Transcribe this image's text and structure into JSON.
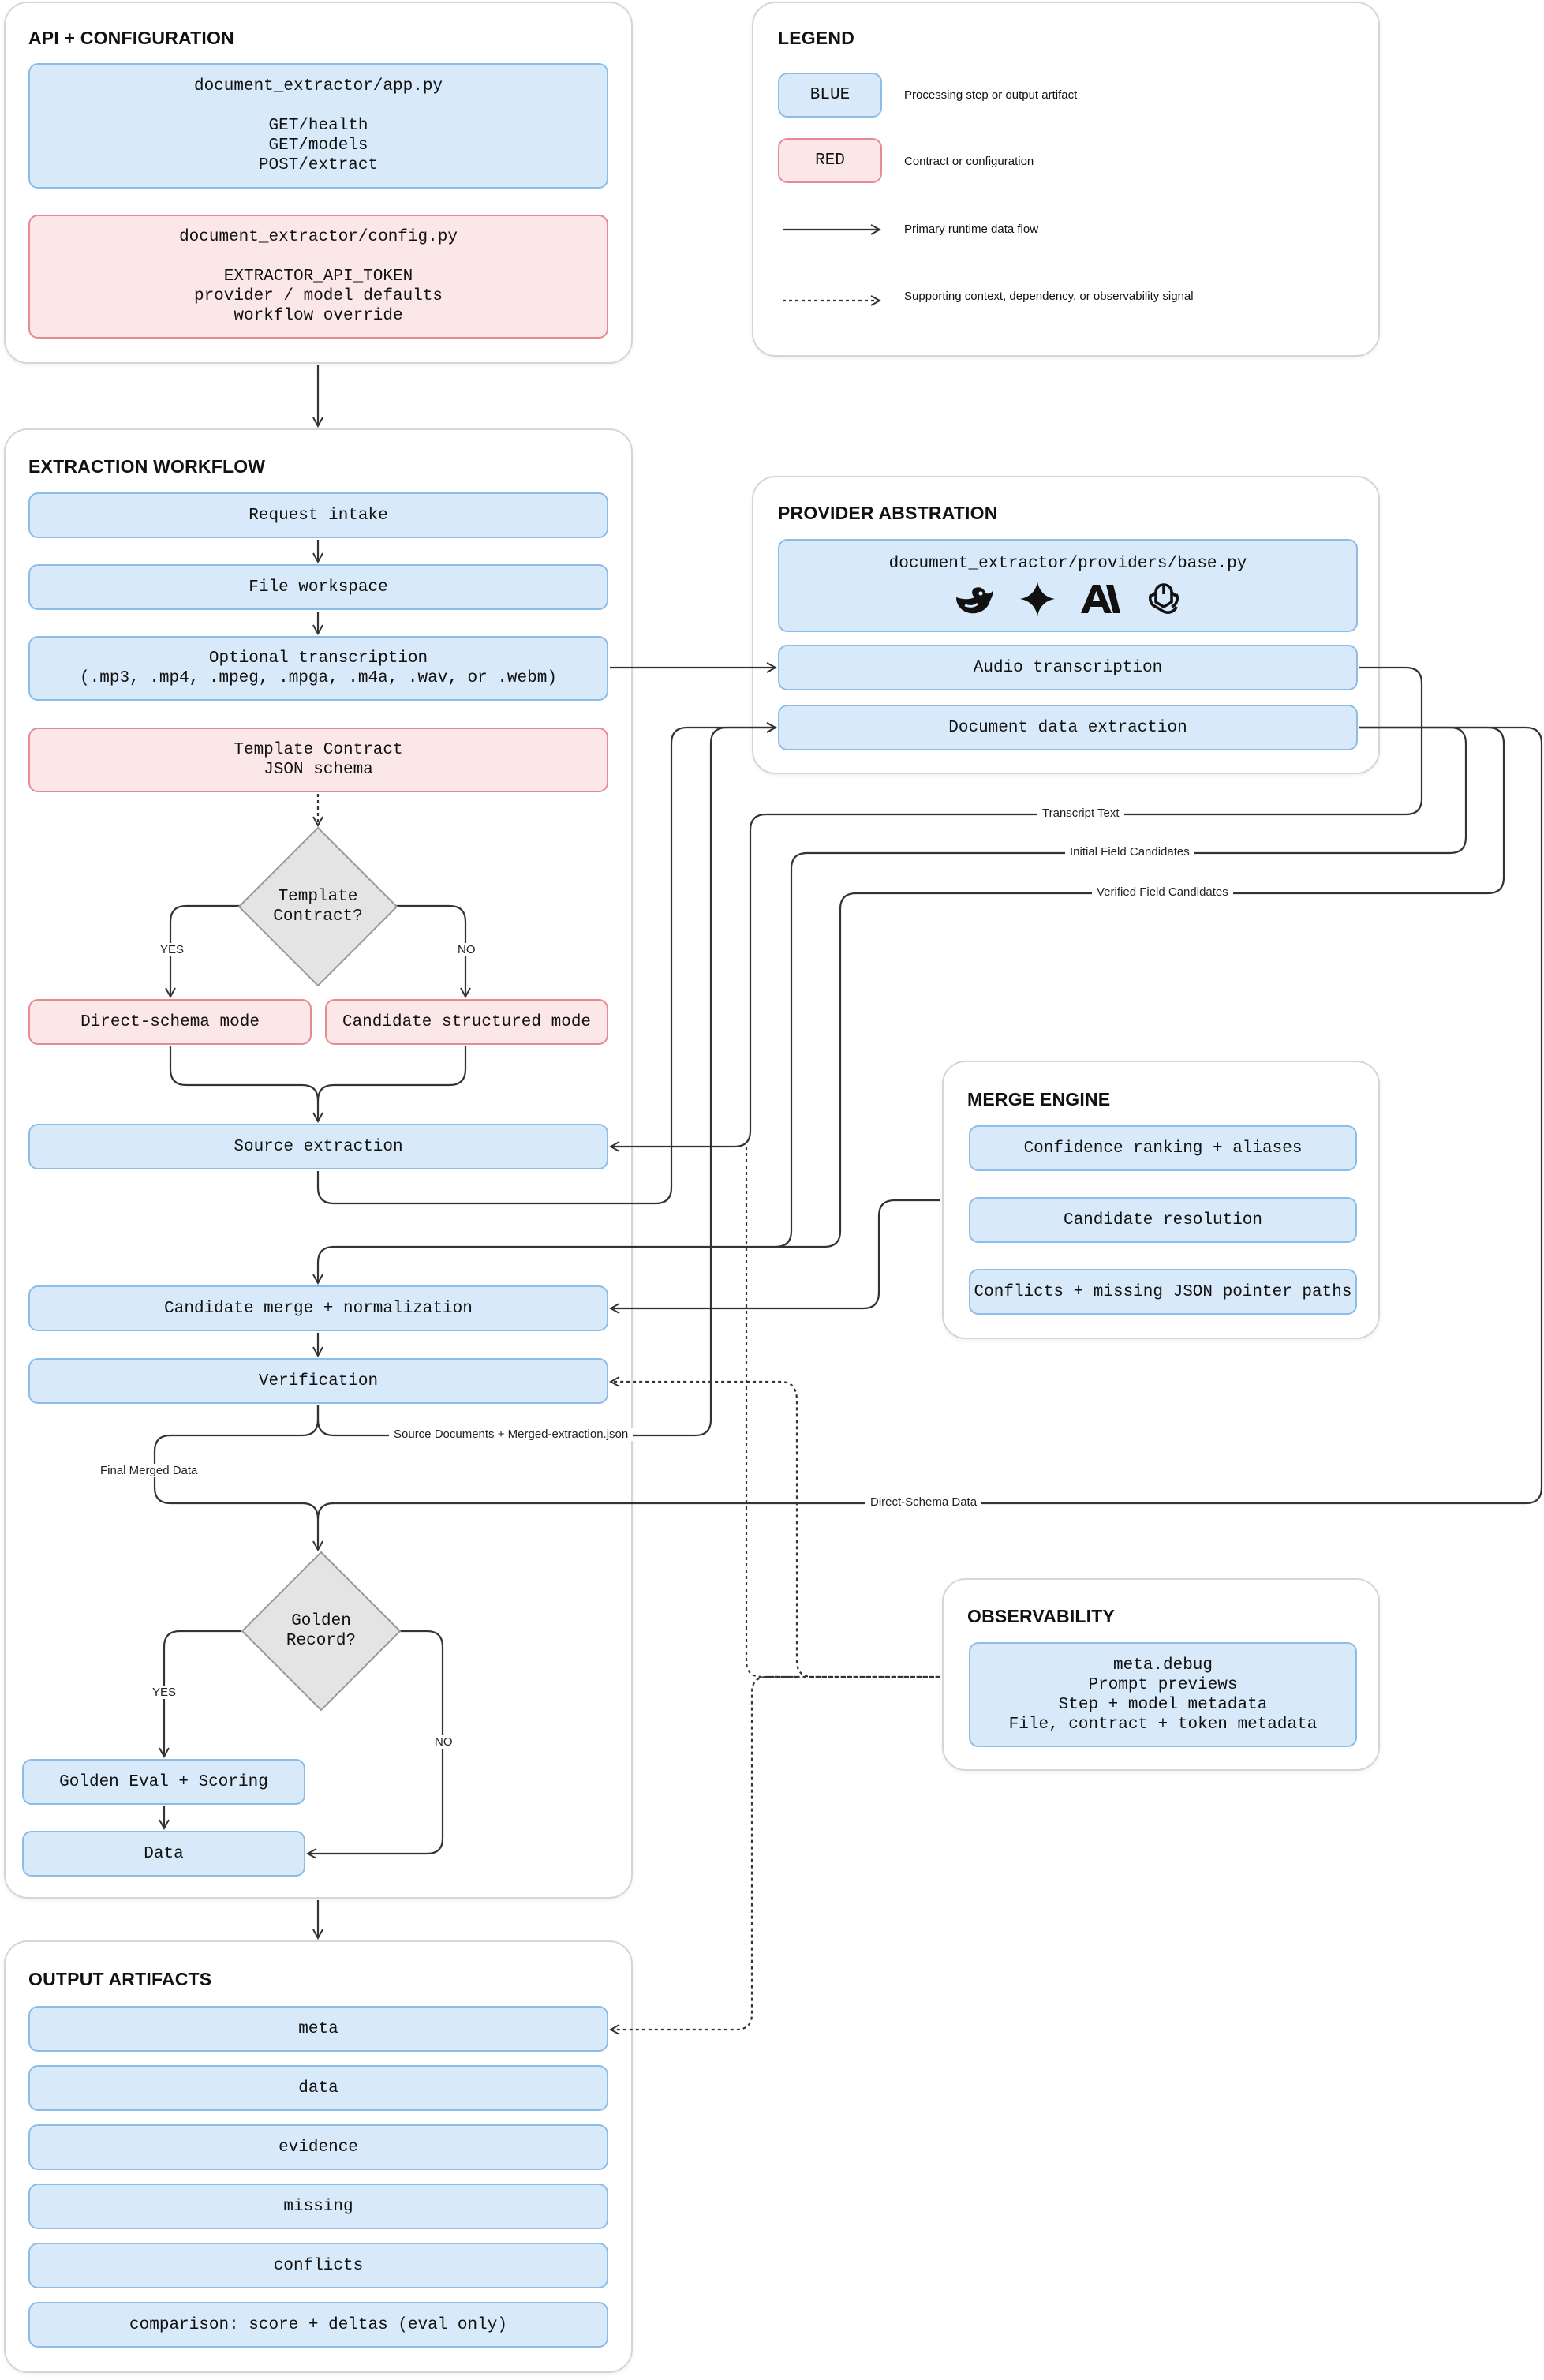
{
  "panels": {
    "api": {
      "title": "API + CONFIGURATION",
      "app_box": {
        "lines": [
          "document_extractor/app.py",
          "",
          "GET/health",
          "GET/models",
          "POST/extract"
        ]
      },
      "config_box": {
        "lines": [
          "document_extractor/config.py",
          "",
          "EXTRACTOR_API_TOKEN",
          "provider / model defaults",
          "workflow override"
        ]
      }
    },
    "legend": {
      "title": "LEGEND",
      "blue_label": "BLUE",
      "blue_desc": "Processing step or output artifact",
      "red_label": "RED",
      "red_desc": "Contract or configuration",
      "solid_desc": "Primary runtime data flow",
      "dotted_desc": "Supporting context, dependency, or observability signal"
    },
    "workflow": {
      "title": "EXTRACTION WORKFLOW",
      "request_intake": "Request intake",
      "file_workspace": "File workspace",
      "optional_transcription": [
        "Optional transcription",
        "(.mp3, .mp4, .mpeg, .mpga, .m4a, .wav, or .webm)"
      ],
      "template_contract": [
        "Template Contract",
        "JSON schema"
      ],
      "decision_template": [
        "Template",
        "Contract?"
      ],
      "yes_label": "YES",
      "no_label": "NO",
      "direct_schema_mode": "Direct-schema mode",
      "candidate_structured_mode": "Candidate structured mode",
      "source_extraction": "Source extraction",
      "candidate_merge": "Candidate merge + normalization",
      "verification": "Verification",
      "final_merged_data": "Final Merged Data",
      "decision_golden": [
        "Golden",
        "Record?"
      ],
      "golden_yes": "YES",
      "golden_no": "NO",
      "golden_eval": "Golden Eval + Scoring",
      "data": "Data"
    },
    "provider": {
      "title": "PROVIDER ABSTRATION",
      "base": "document_extractor/providers/base.py",
      "icons": [
        "deepseek-icon",
        "gemini-icon",
        "anthropic-icon",
        "openai-icon"
      ],
      "audio_transcription": "Audio transcription",
      "document_data_extraction": "Document data extraction"
    },
    "merge": {
      "title": "MERGE ENGINE",
      "items": [
        "Confidence ranking + aliases",
        "Candidate resolution",
        "Conflicts + missing JSON pointer paths"
      ]
    },
    "observability": {
      "title": "OBSERVABILITY",
      "box": [
        "meta.debug",
        "Prompt previews",
        "Step + model metadata",
        "File, contract + token metadata"
      ]
    },
    "outputs": {
      "title": "OUTPUT ARTIFACTS",
      "items": [
        "meta",
        "data",
        "evidence",
        "missing",
        "conflicts",
        "comparison: score + deltas (eval only)"
      ]
    }
  },
  "flow_labels": {
    "transcript_text": "Transcript Text",
    "initial_field_candidates": "Initial Field Candidates",
    "verified_field_candidates": "Verified Field Candidates",
    "source_docs_merged": "Source Documents + Merged-extraction.json",
    "direct_schema_data": "Direct-Schema Data"
  },
  "colors": {
    "blue_fill": "#d8e9f9",
    "blue_border": "#8cbde8",
    "red_fill": "#fbe7e8",
    "red_border": "#e88a92",
    "diamond_fill": "#e4e4e4",
    "line": "#333333"
  }
}
